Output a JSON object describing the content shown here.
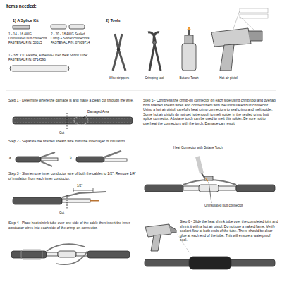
{
  "diagram": {
    "title": "Items needed:",
    "labels": [
      "1) A Splice Kit",
      "2) Tools",
      "1 - 14 - 16 AWG Uninsulated butt connector. FASTENAL P/N: 58615",
      "2 - 20 - 18 AWG Sealed Crimp + Solder connectors FASTENAL P/N: 07009714",
      "1 - 3/8\" x 6\" Flexible, Adhesive-Lined Heat Shrink Tube: FASTENAL P/N: 0714596",
      "Wire strippers",
      "Crimping tool",
      "Butane Torch",
      "Hot air pistol",
      "Step 1 - Determine where the damage is and make a clean cut through the wire.",
      "Damaged Area",
      "Cut",
      "Step 2 - Separate the braided sheath wire from the inner layer of insulation.",
      "a",
      "b",
      "Step 3 - Shorten one inner conductor wire of both the cables to 1/2\". Remove 1/4\" of insulation from each inner conductor.",
      "1/2\"",
      "Cut",
      "Step 4 - Place heat shrink tube over one side of the cable then insert the inner conductor wires into each side of the crimp-on connector.",
      "Step 5 - Compress the crimp-on connector on each side using crimp tool and overlap both braided sheath wires and connect them with the uninsulated butt connector. Using a hot air pistol, carefully heat crimp connectors to seal crimp and melt solder. Some hot air pistols do not get hot enough to melt solder in the sealed crimp butt splice connector. A butane torch can be used to melt this solder. Be sure not to overheat the connectors with the torch. Damage can result.",
      "Heat Connector with Butane Torch",
      "Uninsulated butt connector",
      "Step 6 - Slide the heat shrink tube over the completed joint and shrink it with a hot air pistol. Do not use a naked flame. Verify sealant flow at both ends of the tube. There should be clear glue at each end of the tube. This will ensure a waterproof seal."
    ]
  }
}
